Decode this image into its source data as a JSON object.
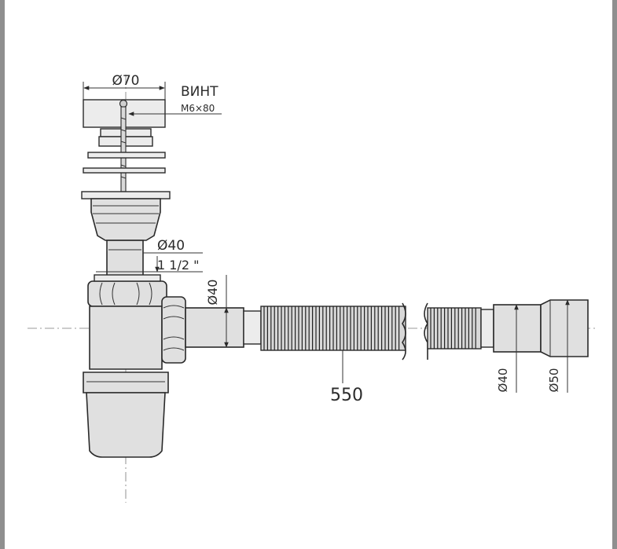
{
  "labels": {
    "outlet_diameter": "Ø70",
    "screw_title": "ВИНТ",
    "screw_size": "M6×80",
    "pipe_diameter": "Ø40",
    "thread_size": "1 1/2 \"",
    "branch_diameter": "Ø40",
    "hose_length": "550",
    "end_diameter_inner": "Ø40",
    "end_diameter_outer": "Ø50"
  },
  "colors": {
    "line": "#2a2a2a",
    "part_fill": "#e0e0e0",
    "frame_border": "#8f8f8f",
    "background": "#ffffff"
  },
  "icons": {
    "dimension_arrow": "arrowhead",
    "axis_line": "dash-dot-centerline"
  }
}
